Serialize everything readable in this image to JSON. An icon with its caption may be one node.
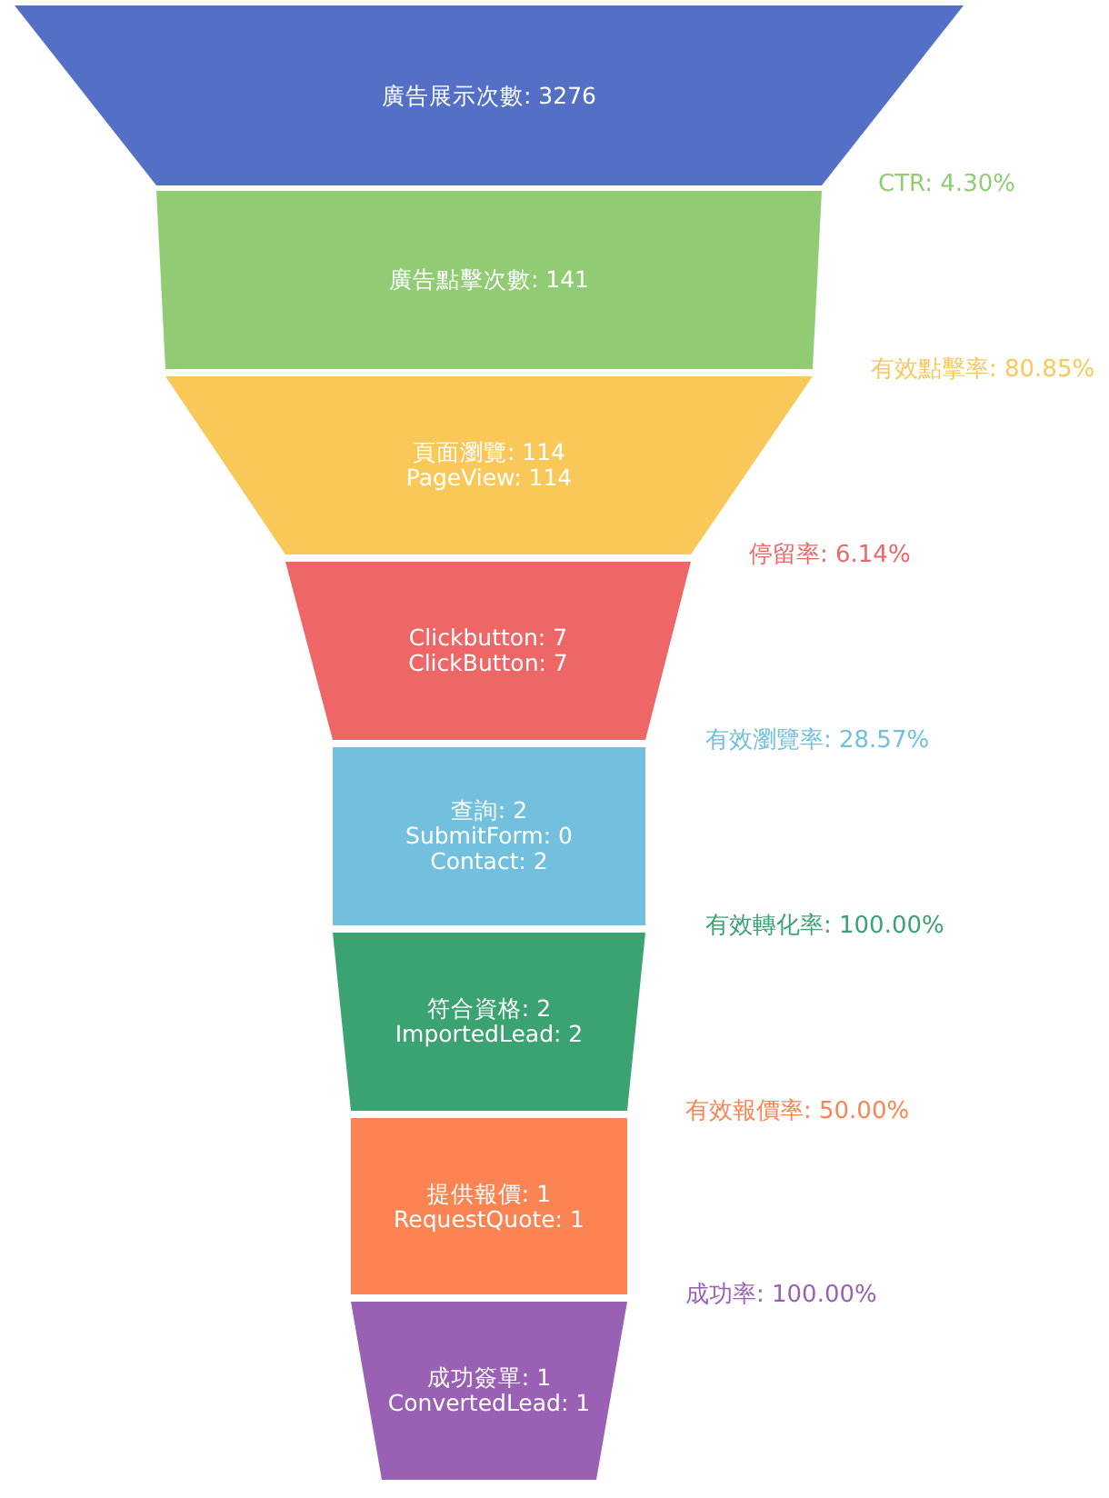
{
  "diagram": {
    "nodes": [
      {
        "text": [
          "廣告展示次數: 3276"
        ]
      },
      {
        "text": [
          "廣告點擊次數: 141"
        ]
      },
      {
        "text": [
          "頁面瀏覽: 114",
          "PageView: 114"
        ]
      },
      {
        "text": [
          "Clickbutton: 7",
          "ClickButton: 7"
        ]
      },
      {
        "text": [
          "查詢: 2",
          "SubmitForm: 0",
          "Contact: 2"
        ]
      },
      {
        "text": [
          "符合資格: 2",
          "ImportedLead: 2"
        ]
      },
      {
        "text": [
          "提供報價: 1",
          "RequestQuote: 1"
        ]
      },
      {
        "text": [
          "成功簽單: 1",
          "ConvertedLead: 1"
        ]
      }
    ],
    "labels": [
      "CTR: 4.30%",
      "有效點擊率: 80.85%",
      "停留率: 6.14%",
      "有效瀏覽率: 28.57%",
      "有效轉化率: 100.00%",
      "有效報價率: 50.00%",
      "成功率: 100.00%"
    ]
  }
}
